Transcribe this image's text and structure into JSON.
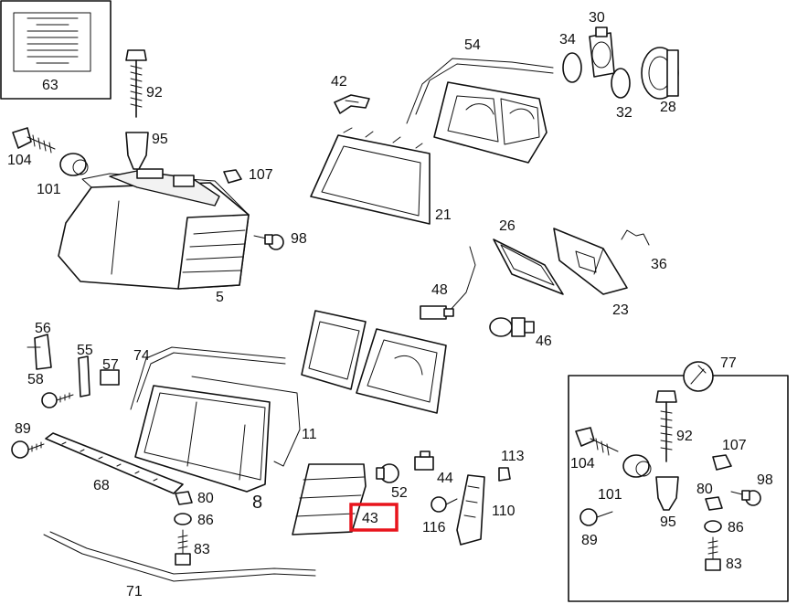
{
  "diagram": {
    "labels": [
      "63",
      "92",
      "95",
      "104",
      "101",
      "107",
      "98",
      "5",
      "42",
      "54",
      "30",
      "34",
      "32",
      "28",
      "21",
      "26",
      "36",
      "23",
      "48",
      "46",
      "56",
      "55",
      "57",
      "74",
      "58",
      "89",
      "11",
      "8",
      "68",
      "80",
      "86",
      "83",
      "71",
      "43",
      "52",
      "44",
      "113",
      "116",
      "110",
      "77",
      "104",
      "92",
      "107",
      "101",
      "80",
      "98",
      "89",
      "95",
      "86",
      "83"
    ],
    "highlight": {
      "label": "43",
      "color": "#e8141c"
    }
  }
}
